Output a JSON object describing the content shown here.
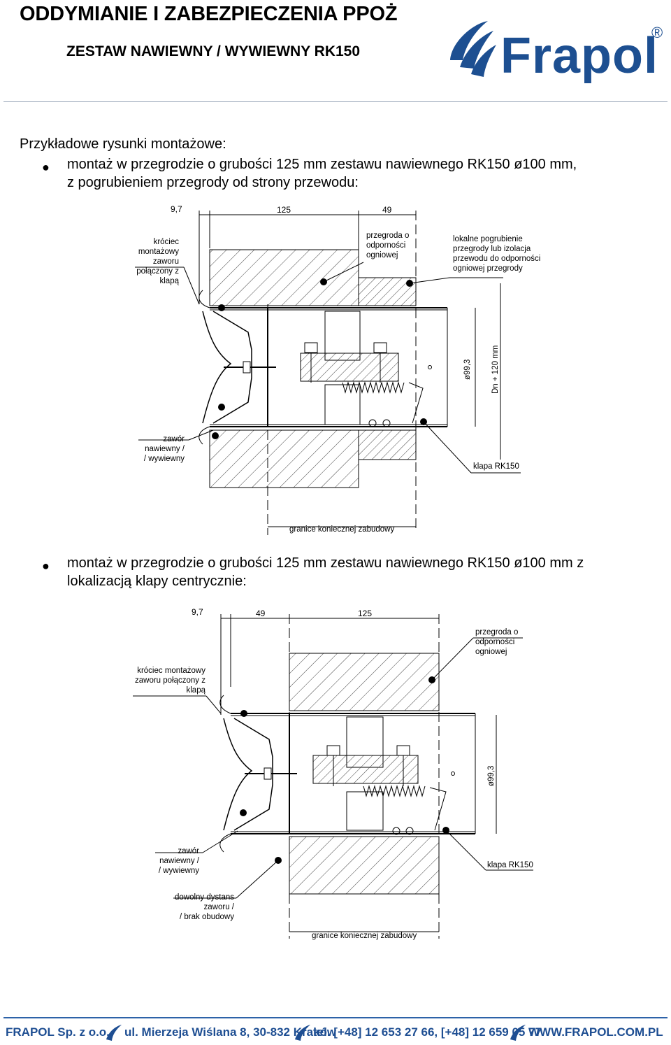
{
  "header": {
    "title": "ODDYMIANIE I ZABEZPIECZENIA PPOŻ",
    "subtitle": "ZESTAW NAWIEWNY / WYWIEWNY RK150",
    "logo_text": "Frapol",
    "logo_mark": "®",
    "brand_color": "#1d4f91"
  },
  "intro": "Przykładowe rysunki montażowe:",
  "bullets": [
    {
      "line1": "montaż w przegrodzie o grubości 125 mm zestawu nawiewnego RK150 ø100 mm,",
      "line2": "z pogrubieniem przegrody od strony przewodu:"
    },
    {
      "line1": "montaż w przegrodzie o grubości 125 mm zestawu nawiewnego RK150 ø100 mm z",
      "line2": "lokalizacją klapy centrycznie:"
    }
  ],
  "drawing1": {
    "dim_97": "9,7",
    "dim_125": "125",
    "dim_49": "49",
    "label_krociec": [
      "króciec",
      "montażowy",
      "zaworu",
      "połączony z",
      "klapą"
    ],
    "label_przegroda": [
      "przegroda o",
      "odporności",
      "ogniowej"
    ],
    "label_lokalne": [
      "lokalne pogrubienie",
      "przegrody lub izolacja",
      "przewodu do odporności",
      "ogniowej przegrody"
    ],
    "label_zawor": [
      "zawór",
      "nawiewny /",
      "/ wywiewny"
    ],
    "label_klapa": "klapa RK150",
    "label_granice": "granice koniecznej zabudowy",
    "dim_phi": "ø99,3",
    "dim_dn": "Dn + 120 mm"
  },
  "drawing2": {
    "dim_97": "9,7",
    "dim_49": "49",
    "dim_125": "125",
    "label_przegroda": [
      "przegroda o",
      "odporności",
      "ogniowej"
    ],
    "label_krociec": [
      "króciec montażowy",
      "zaworu połączony z",
      "klapą"
    ],
    "label_zawor": [
      "zawór",
      "nawiewny /",
      "/ wywiewny"
    ],
    "label_dystans": [
      "dowolny dystans",
      "zaworu /",
      "/ brak obudowy"
    ],
    "label_klapa": "klapa RK150",
    "label_granice": "granice koniecznej zabudowy",
    "dim_phi": "ø99,3"
  },
  "footer": {
    "company": "FRAPOL  Sp. z o.o.",
    "address": "ul. Mierzeja Wiślana 8, 30-832 Kraków",
    "phone": "tel. [+48]  12 653 27 66, [+48]  12 659 05 77",
    "website": "WWW.FRAPOL.COM.PL",
    "color": "#1e4e92"
  }
}
